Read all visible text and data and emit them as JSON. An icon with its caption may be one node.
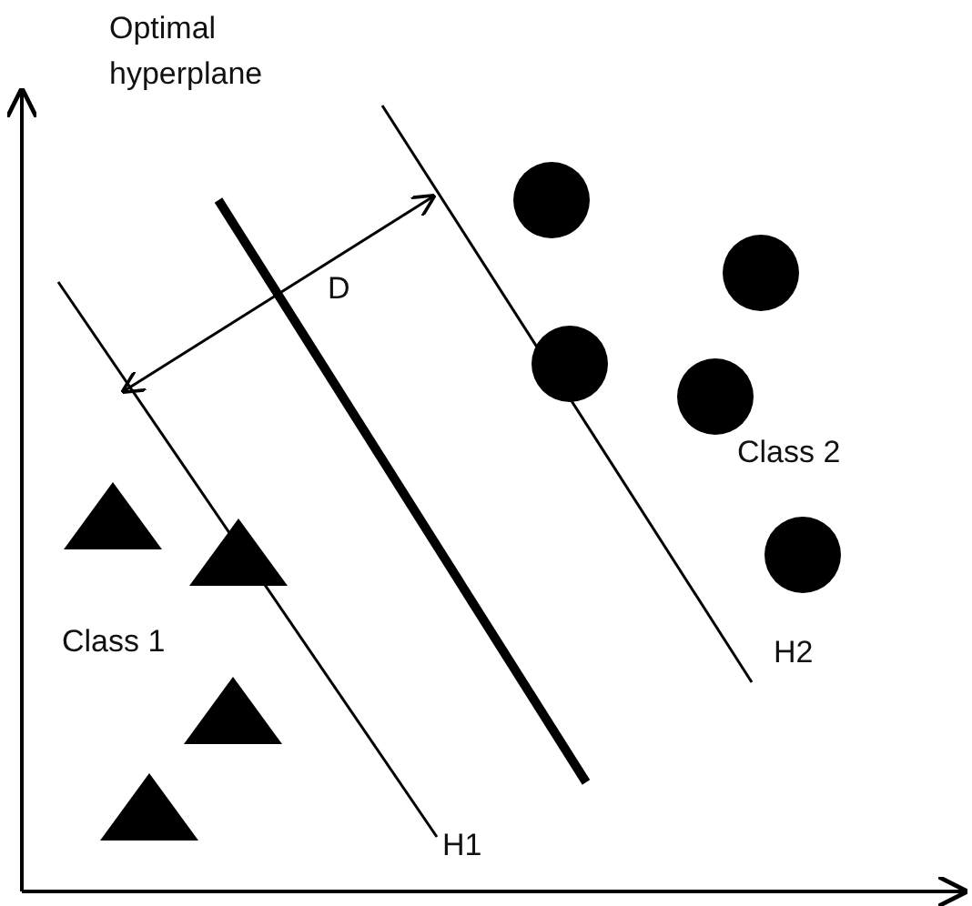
{
  "diagram": {
    "labels": [
      "Optimal hyperplane",
      "D",
      "Class 2",
      "Class 1",
      "H2",
      "H1"
    ]
  }
}
